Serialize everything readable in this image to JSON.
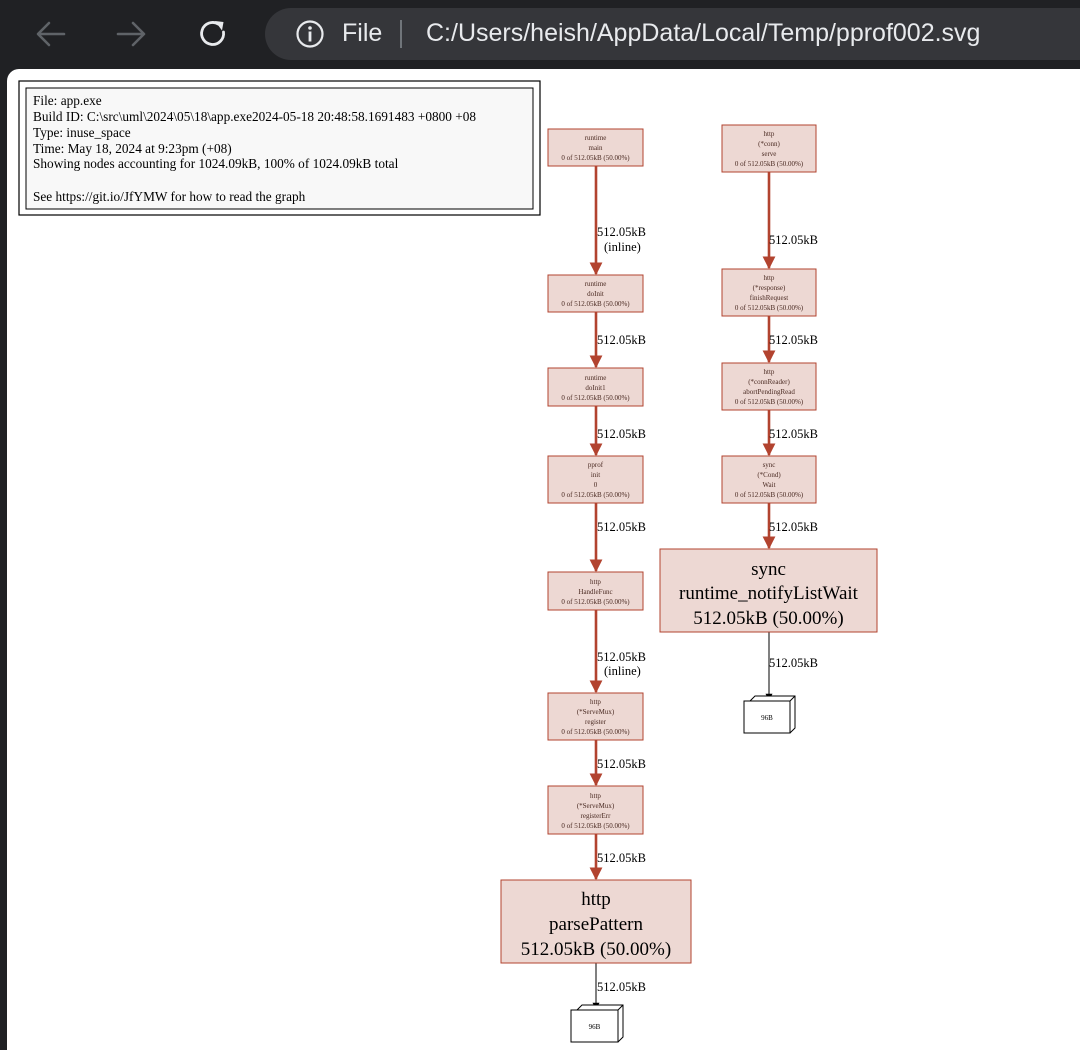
{
  "browser": {
    "scheme_label": "File",
    "url": "C:/Users/heish/AppData/Local/Temp/pprof002.svg"
  },
  "legend": {
    "lines": [
      "File: app.exe",
      "Build ID: C:\\src\\uml\\2024\\05\\18\\app.exe2024-05-18 20:48:58.1691483 +0800 +08",
      "Type: inuse_space",
      "Time: May 18, 2024 at 9:23pm (+08)",
      "Showing nodes accounting for 1024.09kB, 100% of 1024.09kB total",
      "",
      "See https://git.io/JfYMW for how to read the graph"
    ]
  },
  "nodes": {
    "runtime_main": [
      "runtime",
      "main",
      "0 of 512.05kB (50.00%)"
    ],
    "runtime_doinit": [
      "runtime",
      "doInit",
      "0 of 512.05kB (50.00%)"
    ],
    "runtime_doinit1": [
      "runtime",
      "doInit1",
      "0 of 512.05kB (50.00%)"
    ],
    "pprof_init_0": [
      "pprof",
      "init",
      "0",
      "0 of 512.05kB (50.00%)"
    ],
    "http_handlefunc": [
      "http",
      "HandleFunc",
      "0 of 512.05kB (50.00%)"
    ],
    "http_servemux_register": [
      "http",
      "(*ServeMux)",
      "register",
      "0 of 512.05kB (50.00%)"
    ],
    "http_servemux_registererr": [
      "http",
      "(*ServeMux)",
      "registerErr",
      "0 of 512.05kB (50.00%)"
    ],
    "http_parsepattern": [
      "http",
      "parsePattern",
      "512.05kB (50.00%)"
    ],
    "http_conn_serve": [
      "http",
      "(*conn)",
      "serve",
      "0 of 512.05kB (50.00%)"
    ],
    "http_response_finishrequest": [
      "http",
      "(*response)",
      "finishRequest",
      "0 of 512.05kB (50.00%)"
    ],
    "http_connreader_abortpendingread": [
      "http",
      "(*connReader)",
      "abortPendingRead",
      "0 of 512.05kB (50.00%)"
    ],
    "sync_cond_wait": [
      "sync",
      "(*Cond)",
      "Wait",
      "0 of 512.05kB (50.00%)"
    ],
    "sync_runtime_notifylistwait": [
      "sync",
      "runtime_notifyListWait",
      "512.05kB (50.00%)"
    ]
  },
  "leaves": {
    "leaf_left": "96B",
    "leaf_right": "96B"
  },
  "edges": {
    "left": [
      [
        "512.05kB",
        "(inline)"
      ],
      [
        "512.05kB"
      ],
      [
        "512.05kB"
      ],
      [
        "512.05kB"
      ],
      [
        "512.05kB",
        "(inline)"
      ],
      [
        "512.05kB"
      ],
      [
        "512.05kB"
      ],
      [
        "512.05kB"
      ]
    ],
    "right": [
      [
        "512.05kB"
      ],
      [
        "512.05kB"
      ],
      [
        "512.05kB"
      ],
      [
        "512.05kB"
      ],
      [
        "512.05kB"
      ]
    ]
  },
  "colors": {
    "node_fill": "#edd8d3",
    "node_stroke": "#b2432f",
    "edge_red": "#b2432f",
    "browser_bg": "#202124",
    "omnibox_bg": "#35363a"
  }
}
